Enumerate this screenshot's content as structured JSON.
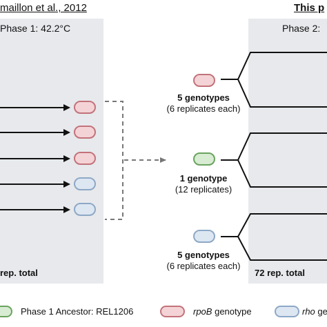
{
  "header": {
    "left": "maillon et al., 2012",
    "right": "This p"
  },
  "phases": {
    "left": "Phase 1: 42.2°C",
    "right": "Phase 2:"
  },
  "groups": [
    {
      "title": "5 genotypes",
      "subtitle": "(6 replicates each)"
    },
    {
      "title": "1 genotype",
      "subtitle": "(12 replicates)"
    },
    {
      "title": "5 genotypes",
      "subtitle": "(6 replicates each)"
    }
  ],
  "totals": {
    "left": "rep. total",
    "right": "72 rep. total"
  },
  "legend": [
    {
      "label": "Phase 1 Ancestor: REL1206",
      "fill": "#d7ecd2",
      "stroke": "#6aa35e"
    },
    {
      "label": "genotype",
      "italic_prefix": "rpoB",
      "fill": "#f4d3d6",
      "stroke": "#c2727a"
    },
    {
      "label": "ge",
      "italic_prefix": "rho",
      "fill": "#dde7f2",
      "stroke": "#8da8c6"
    }
  ],
  "colors": {
    "rpoB_fill": "#f4d3d6",
    "rpoB_stroke": "#c2727a",
    "rho_fill": "#dde7f2",
    "rho_stroke": "#8da8c6",
    "anc_fill": "#d7ecd2",
    "anc_stroke": "#6aa35e",
    "panel": "#e7e9ec"
  }
}
